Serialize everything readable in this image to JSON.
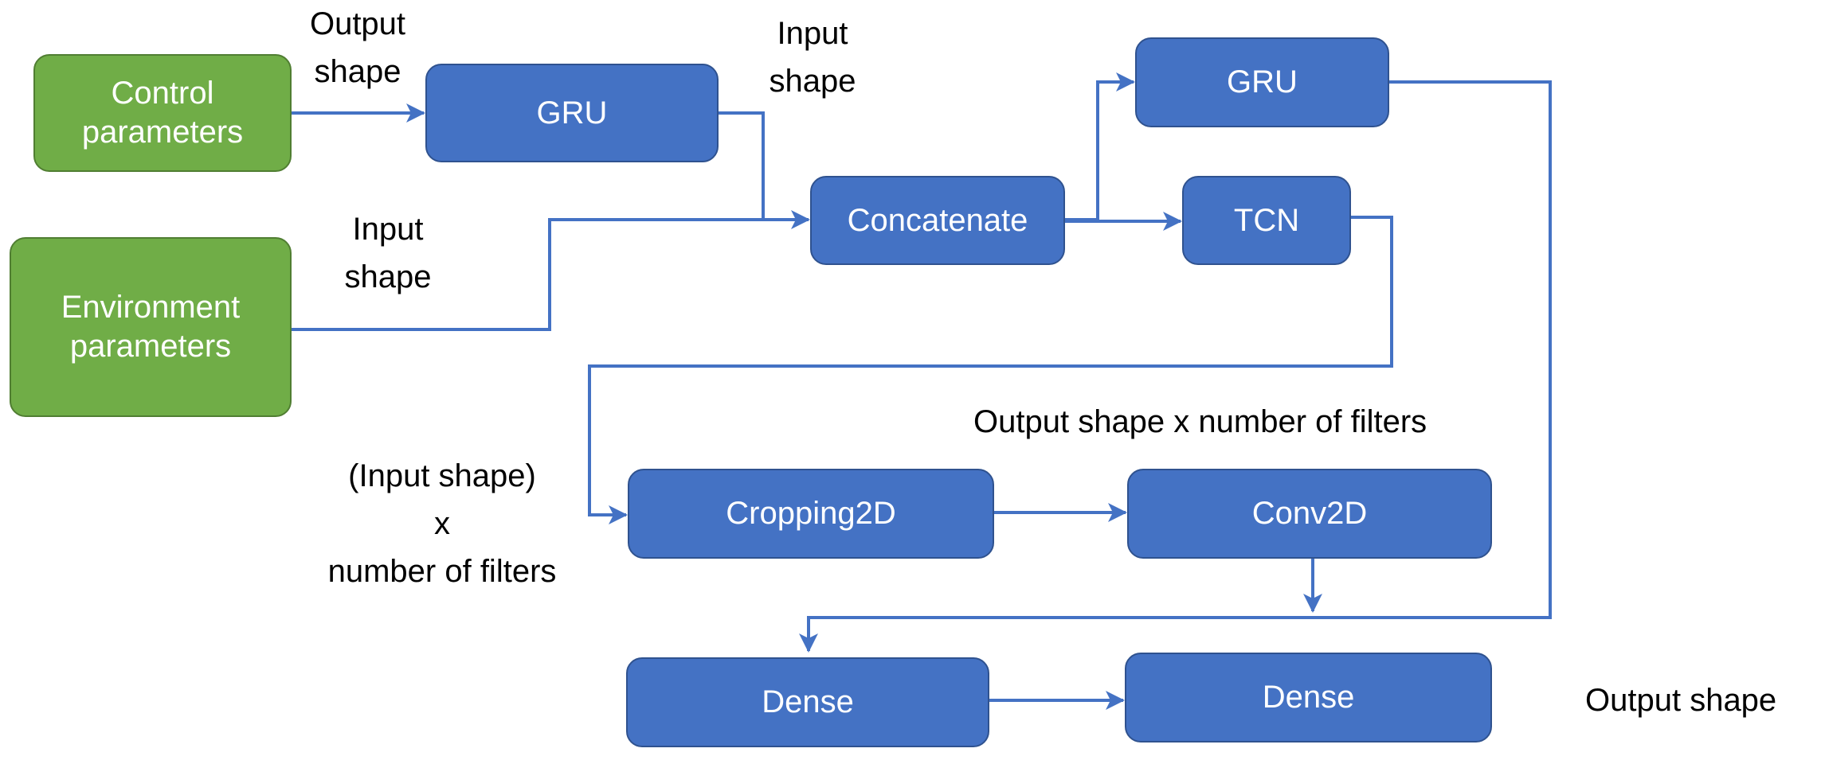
{
  "nodes": {
    "control": "Control parameters",
    "environment": "Environment parameters",
    "gru1": "GRU",
    "concat": "Concatenate",
    "gru2": "GRU",
    "tcn": "TCN",
    "cropping": "Cropping2D",
    "conv": "Conv2D",
    "dense1": "Dense",
    "dense2": "Dense"
  },
  "labels": {
    "output_shape_1": [
      "Output",
      "shape"
    ],
    "input_shape_1": [
      "Input",
      "shape"
    ],
    "input_shape_2": [
      "Input",
      "shape"
    ],
    "filters_output": "Output shape x number of filters",
    "filters_input": [
      "(Input shape)",
      "x",
      "number of filters"
    ],
    "final_output": "Output shape"
  },
  "colors": {
    "input_node": "#70ad47",
    "layer_node": "#4472c4",
    "arrow": "#4472c4",
    "text": "#000000"
  }
}
